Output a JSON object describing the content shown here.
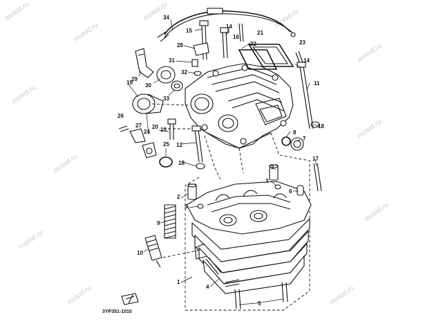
{
  "diagram": {
    "part_code": "3YP351-1010",
    "watermark_text": "motod.ru",
    "labels": {
      "l1": "1",
      "l2a": "2",
      "l2b": "2",
      "l3a": "3",
      "l3b": "3",
      "l4": "4",
      "l5": "5",
      "l6": "6",
      "l7": "7",
      "l8": "8",
      "l9": "9",
      "l10": "10",
      "l11": "11",
      "l12": "12",
      "l13": "13",
      "l14a": "14",
      "l14b": "14",
      "l15": "15",
      "l16": "16",
      "l17": "17",
      "l18a": "18",
      "l18b": "18",
      "l19": "19",
      "l20": "20",
      "l21": "21",
      "l22": "22",
      "l23": "23",
      "l24": "24",
      "l25": "25",
      "l26": "26",
      "l27": "27",
      "l28": "28",
      "l29": "29",
      "l30": "30",
      "l31": "31",
      "l32": "32",
      "l33": "33",
      "l34": "34"
    }
  }
}
